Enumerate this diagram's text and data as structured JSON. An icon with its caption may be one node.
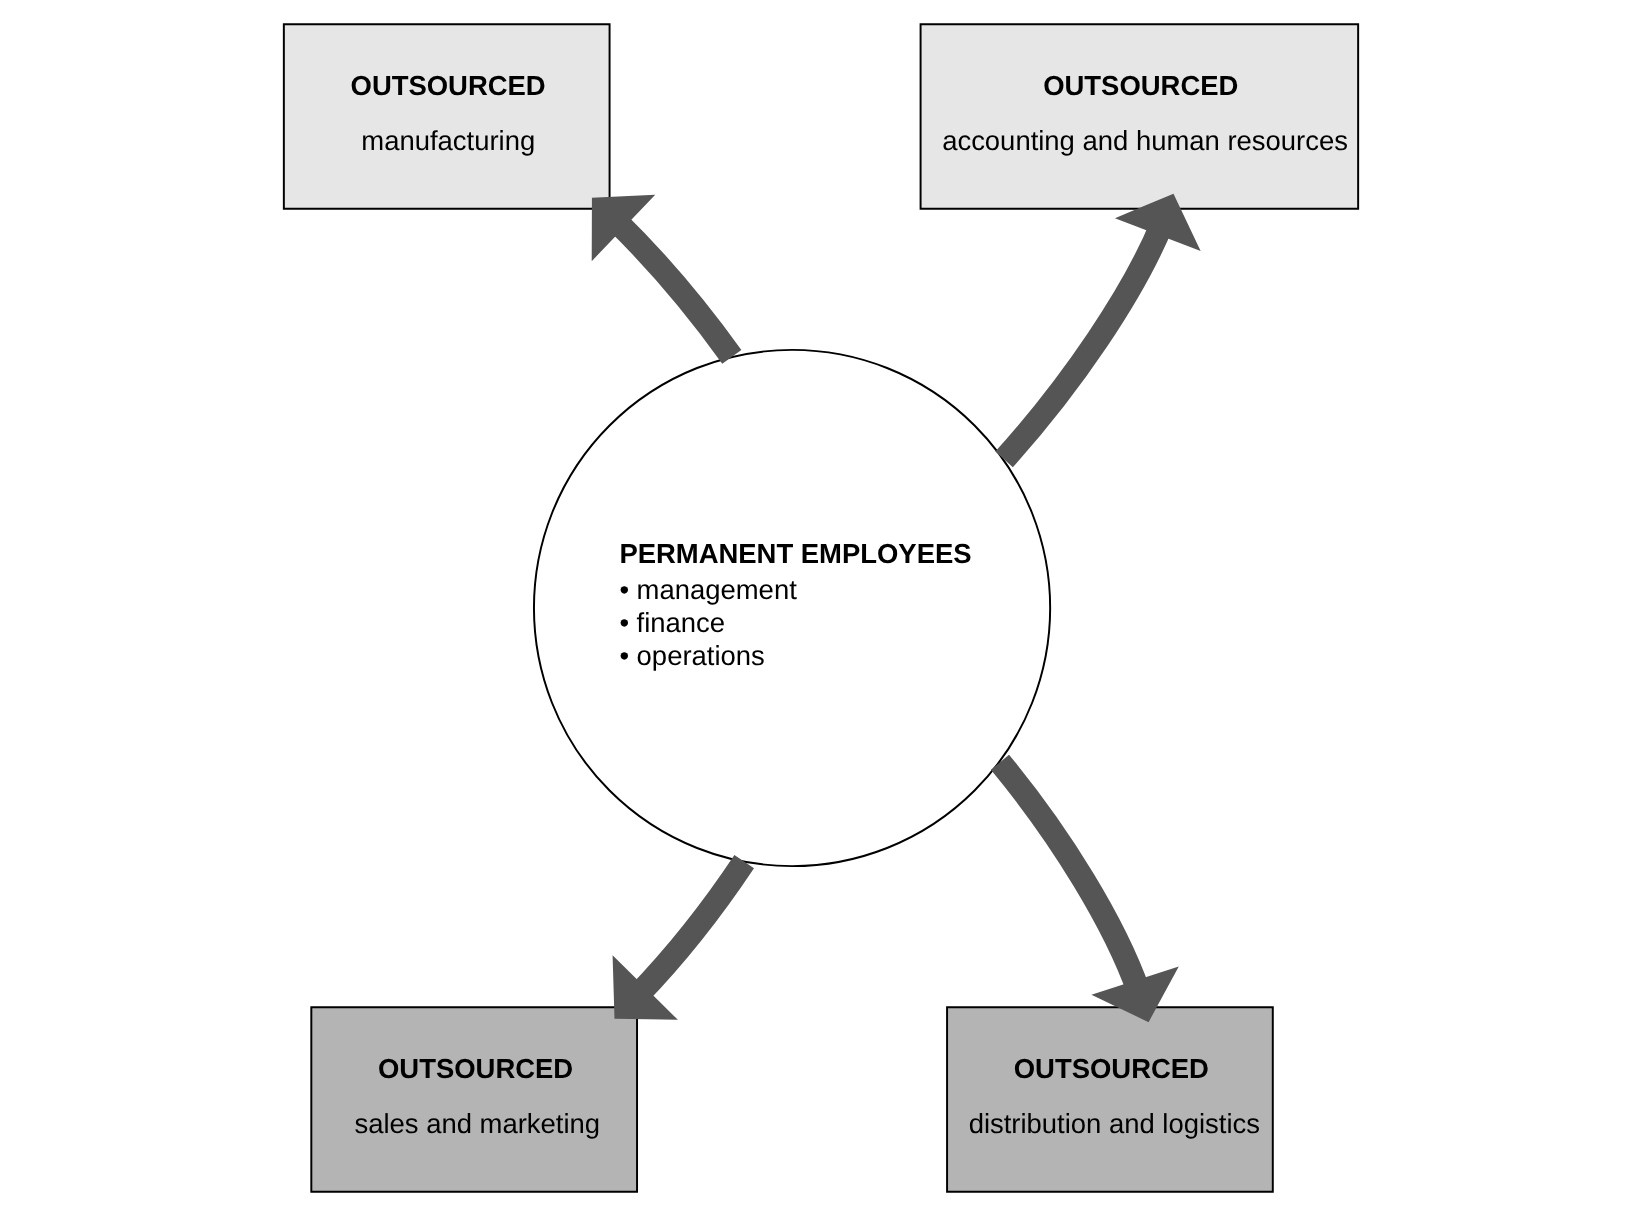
{
  "diagram": {
    "nodes": [
      {
        "text": [
          "OUTSOURCED",
          "manufacturing"
        ]
      },
      {
        "text": [
          "OUTSOURCED",
          "accounting and human resources"
        ]
      },
      {
        "text": [
          "PERMANENT EMPLOYEES",
          "• management",
          "• finance",
          "• operations"
        ]
      },
      {
        "text": [
          "OUTSOURCED",
          "sales and marketing"
        ]
      },
      {
        "text": [
          "OUTSOURCED",
          "distribution and logistics"
        ]
      }
    ],
    "edges": [
      {
        "from": 2,
        "to": 0,
        "arrow": "to"
      },
      {
        "from": 2,
        "to": 1,
        "arrow": "to"
      },
      {
        "from": 2,
        "to": 3,
        "arrow": "to"
      },
      {
        "from": 2,
        "to": 4,
        "arrow": "to"
      }
    ]
  }
}
